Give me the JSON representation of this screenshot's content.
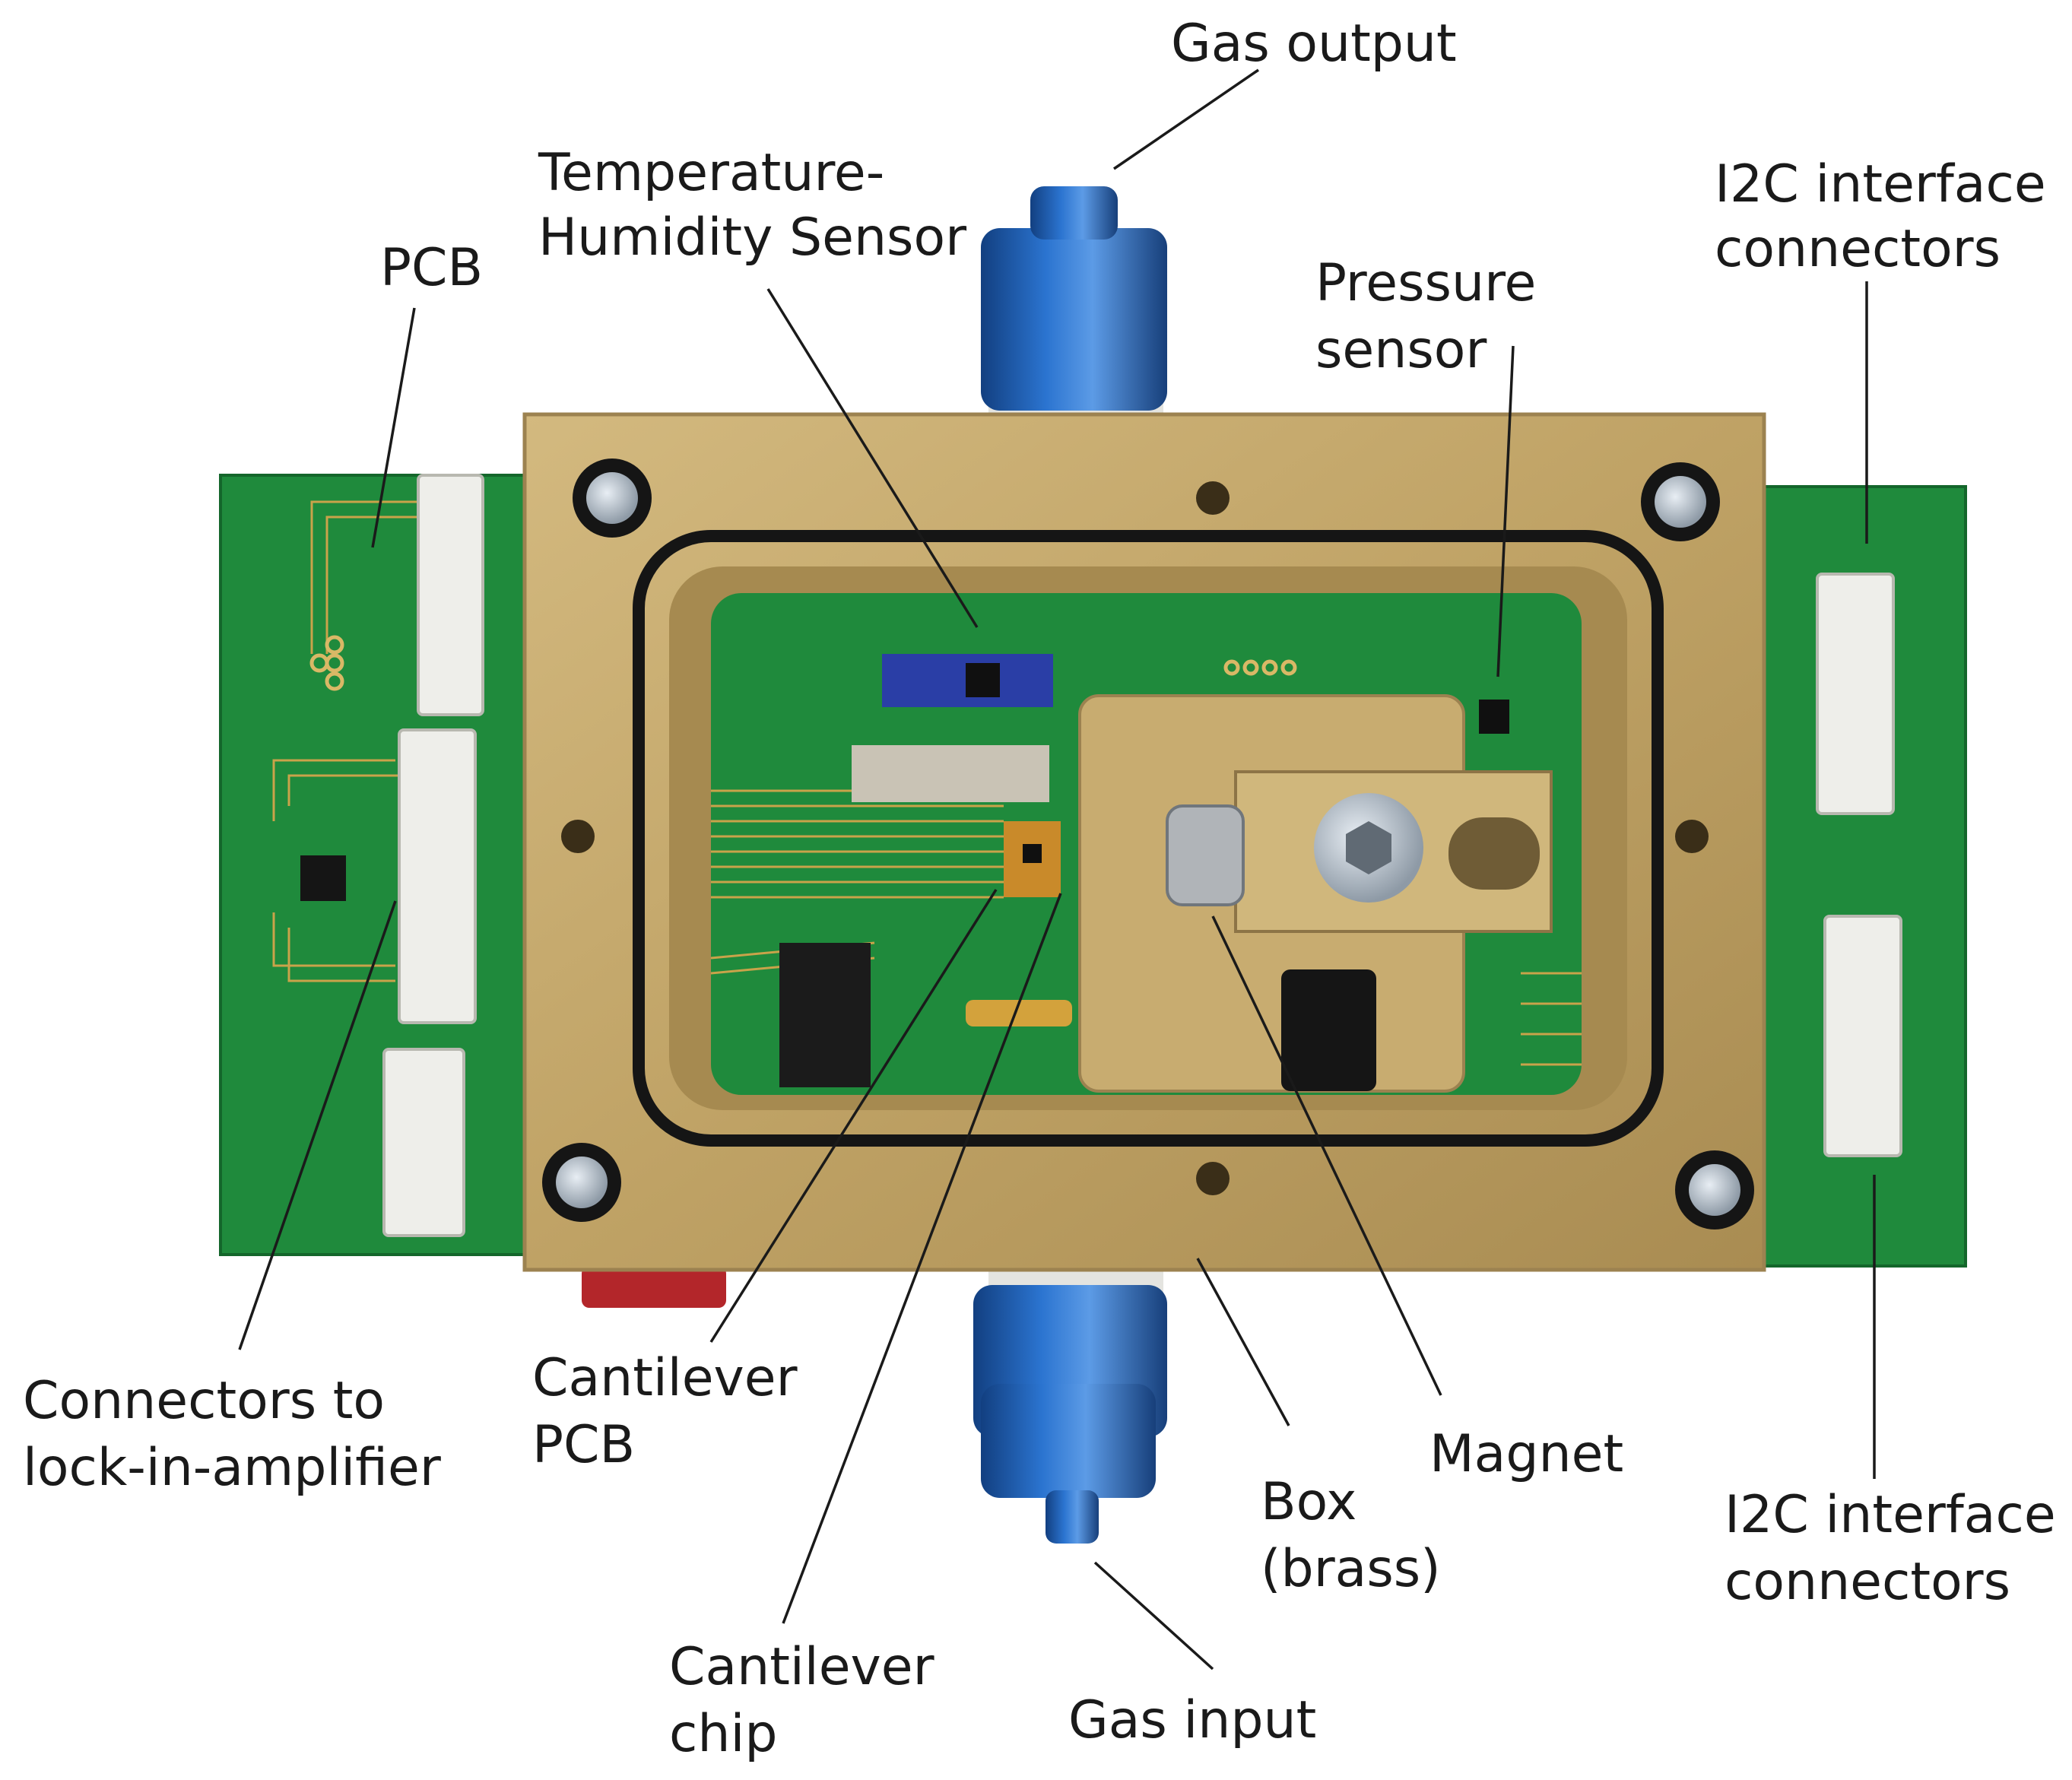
{
  "labels": {
    "gas_output": "Gas output",
    "temperature_humidity_sensor": [
      "Temperature-",
      "Humidity Sensor"
    ],
    "pcb": "PCB",
    "pressure_sensor": [
      "Pressure",
      "sensor"
    ],
    "i2c_top": [
      "I2C interface",
      "connectors"
    ],
    "connectors_lock_in": [
      "Connectors to",
      "lock-in-amplifier"
    ],
    "cantilever_pcb": [
      "Cantilever",
      "PCB"
    ],
    "cantilever_chip": [
      "Cantilever",
      "chip"
    ],
    "gas_input": "Gas input",
    "box_brass": [
      "Box",
      "(brass)"
    ],
    "magnet": "Magnet",
    "i2c_bottom": [
      "I2C interface",
      "connectors"
    ]
  },
  "colors": {
    "pcb_green": "#1f8a3c",
    "pcb_dark_green": "#14662b",
    "trace_gold": "#c9a34a",
    "brass": "#c2a56a",
    "brass_dark": "#9c8250",
    "fitting_blue": "#1f5fb5",
    "gasket_black": "#151515",
    "connector_white": "#eeeeea",
    "red_part": "#b3262a"
  }
}
